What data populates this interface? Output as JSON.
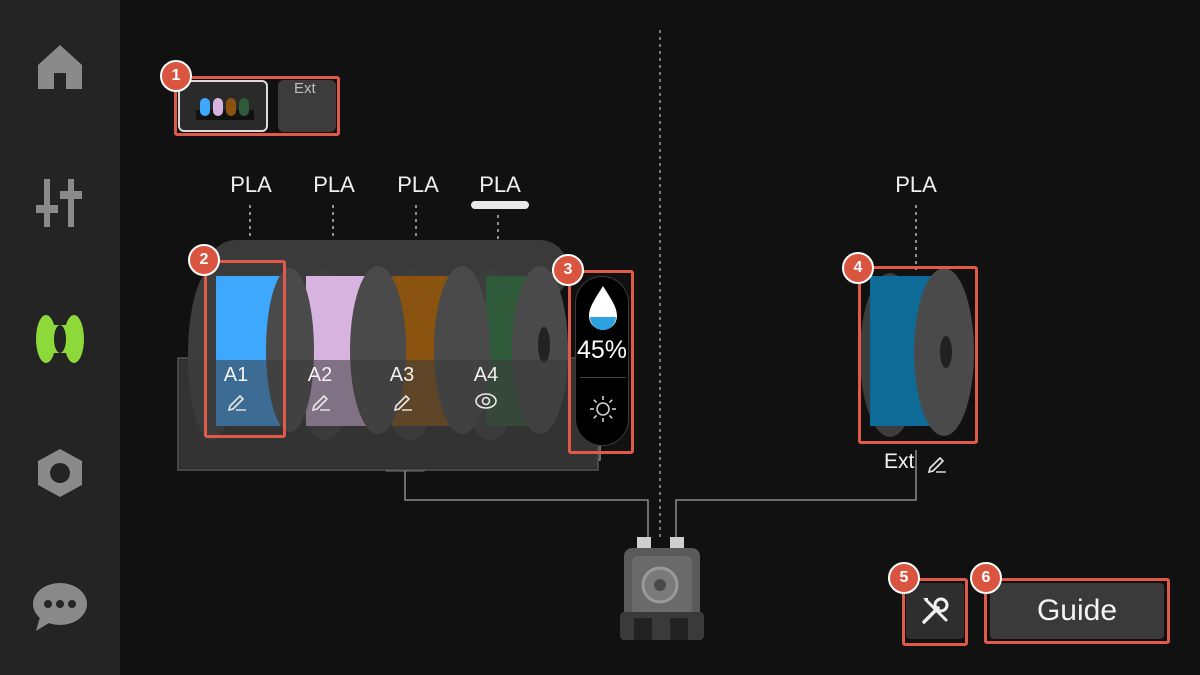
{
  "sidebar": {
    "items": [
      {
        "name": "home",
        "icon": "home-icon",
        "active": false
      },
      {
        "name": "controls",
        "icon": "sliders-icon",
        "active": false
      },
      {
        "name": "filament",
        "icon": "filament-spool-icon",
        "active": true
      },
      {
        "name": "settings",
        "icon": "hex-nut-icon",
        "active": false
      },
      {
        "name": "messages",
        "icon": "chat-bubble-icon",
        "active": false
      }
    ],
    "active_color": "#8ed93a"
  },
  "ams_tabs": {
    "ext_label": "Ext"
  },
  "slots": [
    {
      "id": "A1",
      "material": "PLA",
      "color": "#3ea8ff",
      "icon": "pencil-icon"
    },
    {
      "id": "A2",
      "material": "PLA",
      "color": "#d7b3e0",
      "icon": "pencil-icon"
    },
    {
      "id": "A3",
      "material": "PLA",
      "color": "#8a5310",
      "icon": "pencil-icon"
    },
    {
      "id": "A4",
      "material": "PLA",
      "color": "#2f5a3a",
      "icon": "eye-icon"
    }
  ],
  "humidity": {
    "value": "45%",
    "level": 0.45,
    "icon": "water-drop-icon",
    "secondary_icon": "sun-icon"
  },
  "external": {
    "material": "PLA",
    "label": "Ext",
    "color": "#0e6a96",
    "icon": "pencil-icon"
  },
  "actions": {
    "guide_label": "Guide",
    "tools_icon": "wrench-screwdriver-icon"
  },
  "callouts": [
    "1",
    "2",
    "3",
    "4",
    "5",
    "6"
  ],
  "accent": "#e05a4a"
}
